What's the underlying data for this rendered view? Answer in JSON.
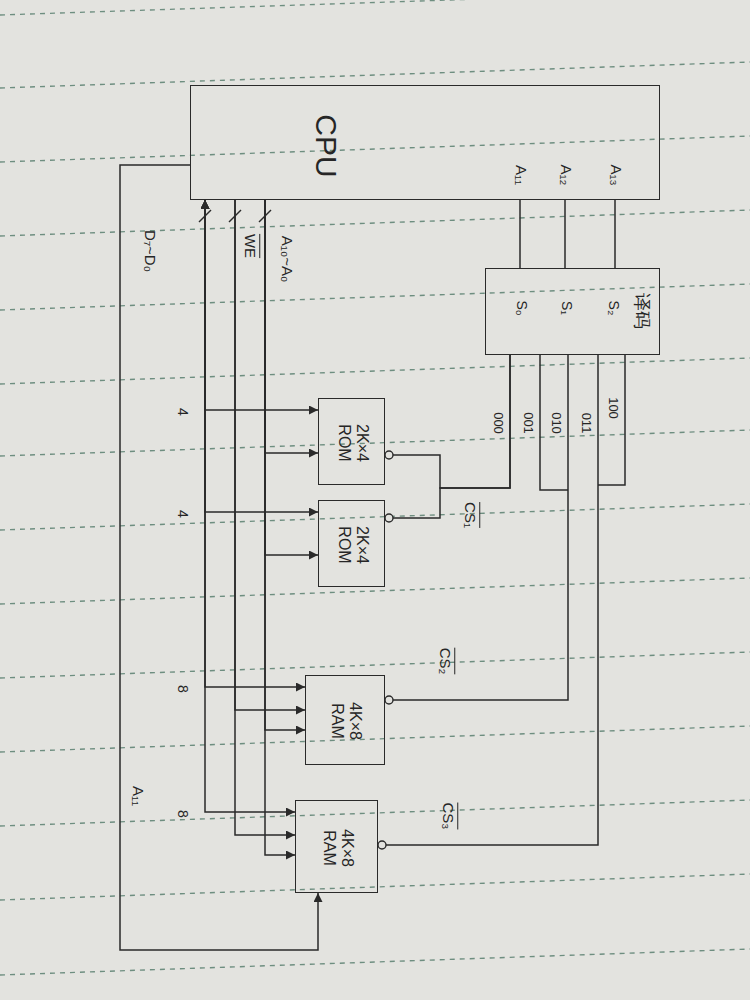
{
  "diagram": {
    "nodes": [
      {
        "text": [
          "CPU",
          "A₁₃",
          "A₁₂",
          "A₁₁"
        ]
      },
      {
        "text": [
          "译码",
          "S₂",
          "S₁",
          "S₀"
        ]
      },
      {
        "text": [
          "2K×4 ROM"
        ]
      },
      {
        "text": [
          "2K×4 ROM"
        ]
      },
      {
        "text": [
          "4K×8 RAM"
        ]
      },
      {
        "text": [
          "4K×8 RAM"
        ]
      }
    ],
    "edges": [
      {
        "from": 0,
        "to": 1,
        "arrow": "none"
      },
      {
        "from": 0,
        "to": 1,
        "arrow": "none"
      },
      {
        "from": 0,
        "to": 1,
        "arrow": "none"
      },
      {
        "from": 1,
        "to": 2,
        "label": "CS₁",
        "arrow": "none"
      },
      {
        "from": 1,
        "to": 3,
        "arrow": "none"
      },
      {
        "from": 1,
        "to": 4,
        "label": "CS₂",
        "arrow": "none"
      },
      {
        "from": 1,
        "to": 5,
        "label": "CS₃",
        "arrow": "none"
      },
      {
        "from": 0,
        "to": 2,
        "label": "4",
        "arrow": "both"
      },
      {
        "from": 0,
        "to": 3,
        "label": "4",
        "arrow": "both"
      },
      {
        "from": 0,
        "to": 4,
        "label": "8",
        "arrow": "both"
      },
      {
        "from": 0,
        "to": 5,
        "label": "8",
        "arrow": "both"
      },
      {
        "from": 0,
        "to": 2,
        "arrow": "to"
      },
      {
        "from": 0,
        "to": 3,
        "arrow": "to"
      },
      {
        "from": 0,
        "to": 4,
        "arrow": "to"
      },
      {
        "from": 0,
        "to": 5,
        "arrow": "to"
      },
      {
        "from": 0,
        "to": 4,
        "arrow": "to"
      },
      {
        "from": 0,
        "to": 5,
        "arrow": "to"
      },
      {
        "from": 0,
        "to": 5,
        "arrow": "to"
      }
    ],
    "labels": [
      "A₁₀~A₀",
      "WE",
      "D₇~D₀",
      "000",
      "001",
      "010",
      "011",
      "100",
      "A₁₁"
    ]
  }
}
